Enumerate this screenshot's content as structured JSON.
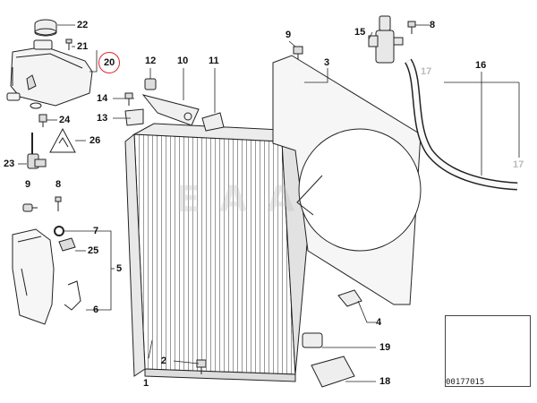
{
  "callouts": [
    {
      "id": "c22",
      "text": "22"
    },
    {
      "id": "c21",
      "text": "21"
    },
    {
      "id": "c20",
      "text": "20"
    },
    {
      "id": "c14",
      "text": "14"
    },
    {
      "id": "c24",
      "text": "24"
    },
    {
      "id": "c13",
      "text": "13"
    },
    {
      "id": "c26",
      "text": "26"
    },
    {
      "id": "c23",
      "text": "23"
    },
    {
      "id": "c9a",
      "text": "9"
    },
    {
      "id": "c8a",
      "text": "8"
    },
    {
      "id": "c12",
      "text": "12"
    },
    {
      "id": "c10",
      "text": "10"
    },
    {
      "id": "c11",
      "text": "11"
    },
    {
      "id": "c9b",
      "text": "9"
    },
    {
      "id": "c3",
      "text": "3"
    },
    {
      "id": "c15",
      "text": "15"
    },
    {
      "id": "c8b",
      "text": "8"
    },
    {
      "id": "c16",
      "text": "16"
    },
    {
      "id": "c17a",
      "text": "17"
    },
    {
      "id": "c17b",
      "text": "17"
    },
    {
      "id": "c7",
      "text": "7"
    },
    {
      "id": "c25",
      "text": "25"
    },
    {
      "id": "c5",
      "text": "5"
    },
    {
      "id": "c6",
      "text": "6"
    },
    {
      "id": "c1",
      "text": "1"
    },
    {
      "id": "c2",
      "text": "2"
    },
    {
      "id": "c4",
      "text": "4"
    },
    {
      "id": "c19",
      "text": "19"
    },
    {
      "id": "c18",
      "text": "18"
    }
  ],
  "watermark": "E A A",
  "reference_number": "00177015"
}
